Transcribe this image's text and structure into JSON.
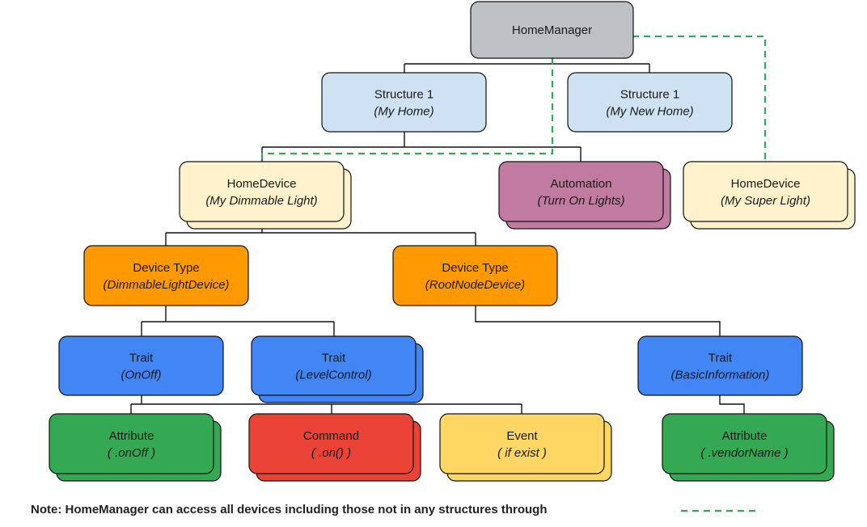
{
  "colors": {
    "manager": "#bdc1c6",
    "structure": "#cfe2f3",
    "device": "#fff2cc",
    "automation": "#c27ba0",
    "device_type": "#ff9900",
    "trait": "#4285f4",
    "attribute": "#34a853",
    "command": "#ea4335",
    "event": "#fdd663",
    "dashed": "#34a853"
  },
  "nodes": [
    {
      "id": "homemanager",
      "title": "HomeManager",
      "sub": "",
      "color": "manager",
      "stacked": false
    },
    {
      "id": "structure1",
      "title": "Structure 1",
      "sub": "(My Home)",
      "color": "structure",
      "stacked": false
    },
    {
      "id": "structure2",
      "title": "Structure 1",
      "sub": "(My New Home)",
      "color": "structure",
      "stacked": false
    },
    {
      "id": "homedevice1",
      "title": "HomeDevice",
      "sub": "(My Dimmable Light)",
      "color": "device",
      "stacked": true
    },
    {
      "id": "automation",
      "title": "Automation",
      "sub": "(Turn On Lights)",
      "color": "automation",
      "stacked": true
    },
    {
      "id": "homedevice2",
      "title": "HomeDevice",
      "sub": "(My Super Light)",
      "color": "device",
      "stacked": true
    },
    {
      "id": "devicetype1",
      "title": "Device Type",
      "sub": "(DimmableLightDevice)",
      "color": "device_type",
      "stacked": false
    },
    {
      "id": "devicetype2",
      "title": "Device Type",
      "sub": "(RootNodeDevice)",
      "color": "device_type",
      "stacked": false
    },
    {
      "id": "trait-onoff",
      "title": "Trait",
      "sub": "(OnOff)",
      "color": "trait",
      "stacked": false
    },
    {
      "id": "trait-level",
      "title": "Trait",
      "sub": "(LevelControl)",
      "color": "trait",
      "stacked": true
    },
    {
      "id": "trait-basic",
      "title": "Trait",
      "sub": "(BasicInformation)",
      "color": "trait",
      "stacked": false
    },
    {
      "id": "attribute1",
      "title": "Attribute",
      "sub": "( .onOff )",
      "color": "attribute",
      "stacked": true
    },
    {
      "id": "command",
      "title": "Command",
      "sub": "( .on() )",
      "color": "command",
      "stacked": true
    },
    {
      "id": "event",
      "title": "Event",
      "sub": "( if exist )",
      "color": "event",
      "stacked": true
    },
    {
      "id": "attribute2",
      "title": "Attribute",
      "sub": "( .vendorName )",
      "color": "attribute",
      "stacked": true
    }
  ],
  "note": "Note: HomeManager can access all devices including those not in any structures through"
}
